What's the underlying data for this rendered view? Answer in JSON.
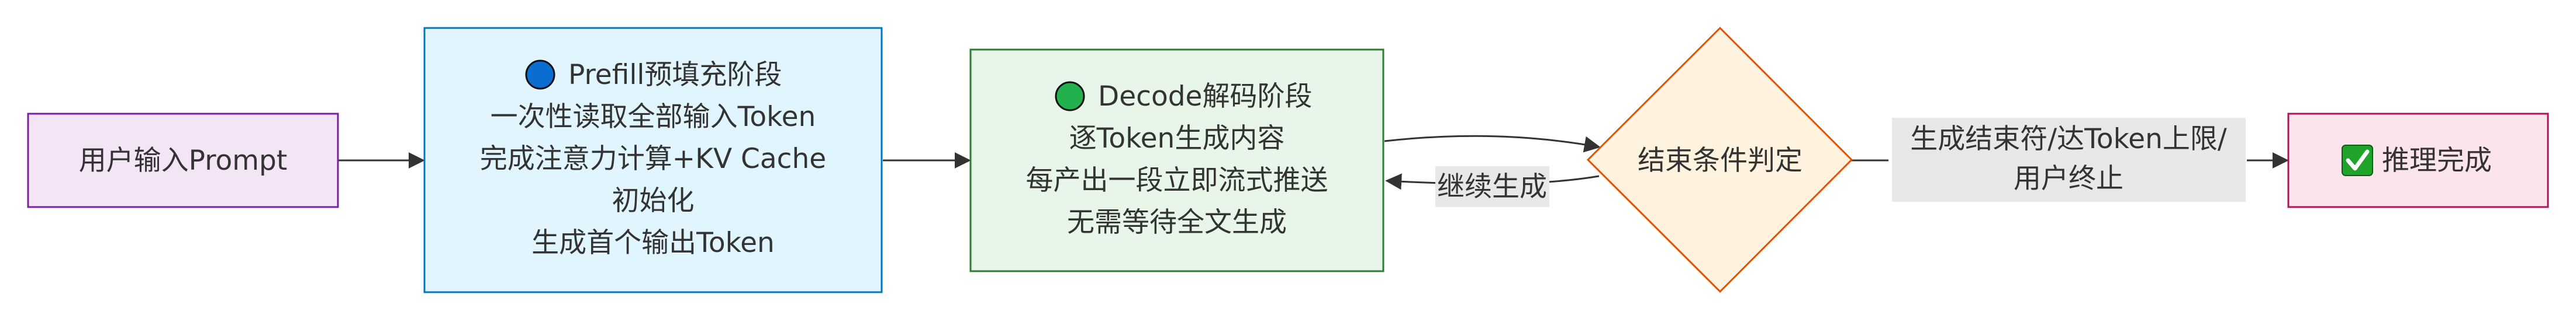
{
  "nodes": {
    "user_input": {
      "label": "用户输入Prompt"
    },
    "prefill": {
      "title": "Prefill预填充阶段",
      "lines": [
        "一次性读取全部输入Token",
        "完成注意力计算+KV Cache",
        "初始化",
        "生成首个输出Token"
      ]
    },
    "decode": {
      "title": "Decode解码阶段",
      "lines": [
        "逐Token生成内容",
        "每产出一段立即流式推送",
        "无需等待全文生成"
      ]
    },
    "end_check": {
      "label": "结束条件判定"
    },
    "done": {
      "label": "推理完成"
    }
  },
  "edges": {
    "continue_label": "继续生成",
    "end_label_line1": "生成结束符/达Token上限/",
    "end_label_line2": "用户终止"
  },
  "colors": {
    "user_input_fill": "#F3E5F5",
    "user_input_stroke": "#7B1FA2",
    "prefill_fill": "#E1F5FE",
    "prefill_stroke": "#0277BD",
    "decode_fill": "#E8F5E9",
    "decode_stroke": "#2E7D32",
    "end_fill": "#FFF3E0",
    "end_stroke": "#E65100",
    "done_fill": "#FCE4EC",
    "done_stroke": "#AD1457",
    "edge": "#333333",
    "edge_label_bg": "#E8E8E8"
  },
  "icons": {
    "prefill": "blue-circle-icon",
    "decode": "green-circle-icon",
    "done": "check-box-icon"
  }
}
